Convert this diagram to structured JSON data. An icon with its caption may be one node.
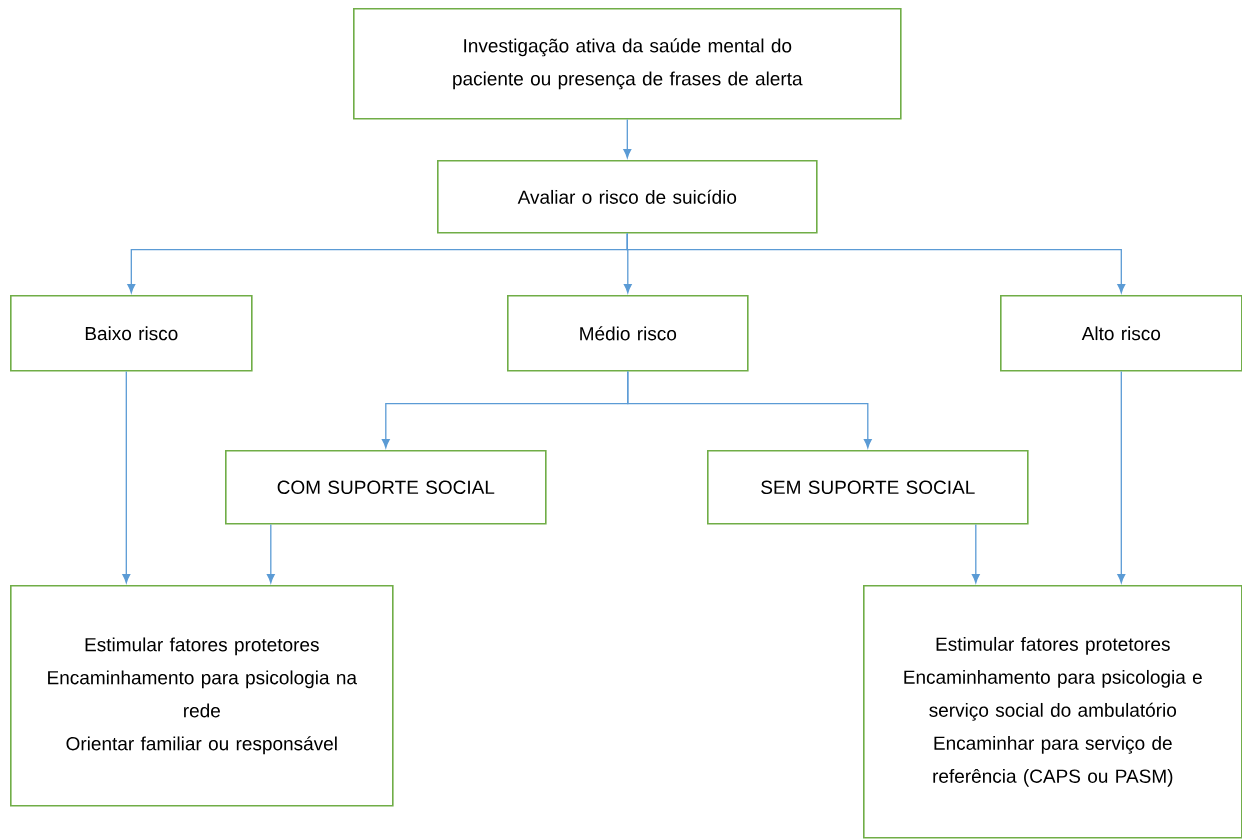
{
  "diagram": {
    "nodes": [
      {
        "text": [
          "Investigação ativa da saúde mental do paciente ou presença de frases de alerta"
        ]
      },
      {
        "text": [
          "Avaliar o risco de suicídio"
        ]
      },
      {
        "text": [
          "Baixo risco"
        ]
      },
      {
        "text": [
          "Médio risco"
        ]
      },
      {
        "text": [
          "Alto risco"
        ]
      },
      {
        "text": [
          "COM SUPORTE SOCIAL"
        ]
      },
      {
        "text": [
          "SEM SUPORTE SOCIAL"
        ]
      },
      {
        "text": [
          "Estimular fatores protetores",
          "Encaminhamento para psicologia na rede",
          "Orientar familiar ou responsável"
        ]
      },
      {
        "text": [
          "Estimular fatores protetores",
          "Encaminhamento para psicologia e serviço social do ambulatório",
          "Encaminhar para serviço de referência (CAPS ou PASM)"
        ]
      }
    ],
    "edges": [
      {
        "from": 0,
        "to": 1,
        "arrow": "to"
      },
      {
        "from": 1,
        "to": 2,
        "arrow": "to"
      },
      {
        "from": 1,
        "to": 3,
        "arrow": "to"
      },
      {
        "from": 1,
        "to": 4,
        "arrow": "to"
      },
      {
        "from": 3,
        "to": 5,
        "arrow": "to"
      },
      {
        "from": 3,
        "to": 6,
        "arrow": "to"
      },
      {
        "from": 2,
        "to": 7,
        "arrow": "to"
      },
      {
        "from": 5,
        "to": 7,
        "arrow": "to"
      },
      {
        "from": 6,
        "to": 8,
        "arrow": "to"
      },
      {
        "from": 4,
        "to": 8,
        "arrow": "to"
      }
    ]
  }
}
